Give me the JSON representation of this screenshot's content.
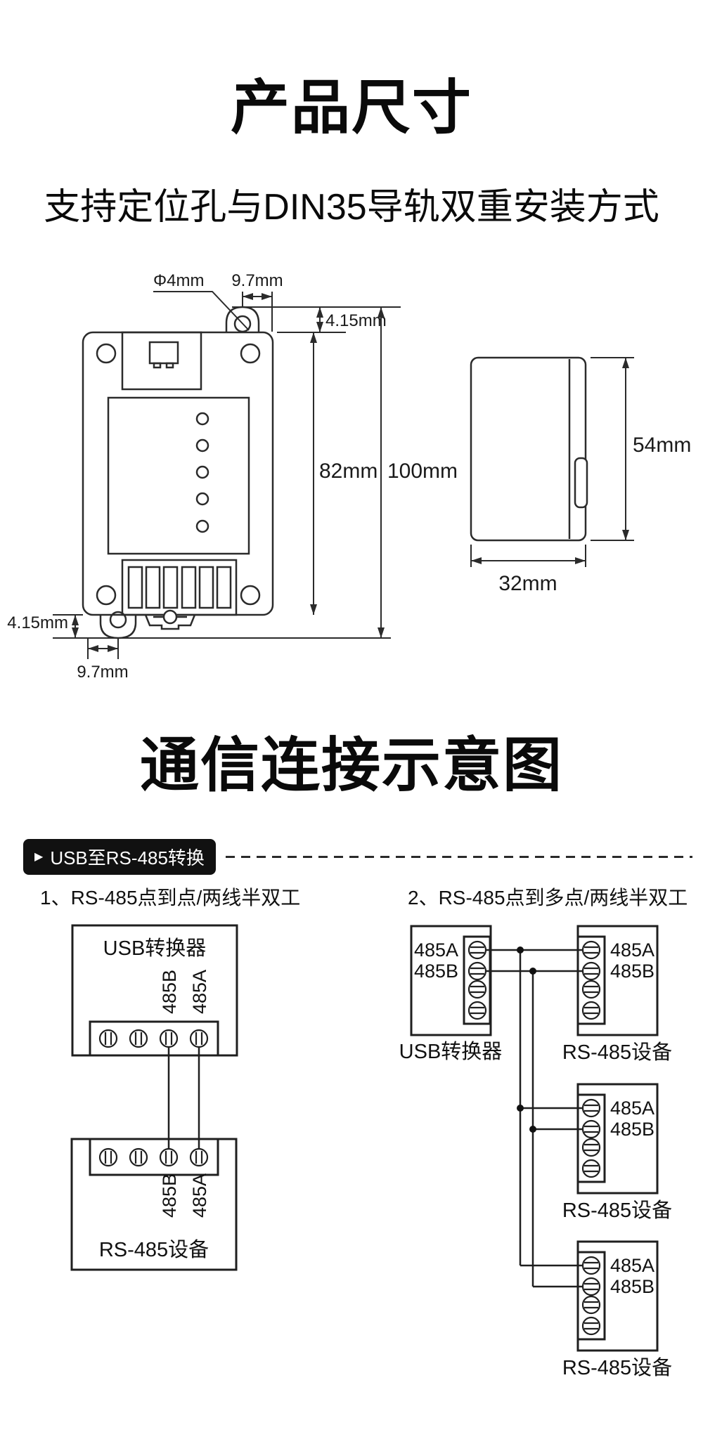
{
  "page": {
    "title_dimensions": "产品尺寸",
    "subtitle_dimensions": "支持定位孔与DIN35导轨双重安装方式",
    "title_connection": "通信连接示意图"
  },
  "dimension_labels": {
    "hole_diameter": "Φ4mm",
    "top_ear_offset": "9.7mm",
    "top_ear_height": "4.15mm",
    "body_height": "82mm",
    "total_height": "100mm",
    "side_height": "54mm",
    "side_width": "32mm",
    "bottom_ear_height": "4.15mm",
    "bottom_ear_offset": "9.7mm"
  },
  "connection": {
    "badge_icon": "▶",
    "badge_label": "USB至RS-485转换",
    "diagram1": {
      "heading": "1、RS-485点到点/两线半双工",
      "converter": "USB转换器",
      "device": "RS-485设备",
      "pin_b": "485B",
      "pin_a": "485A"
    },
    "diagram2": {
      "heading": "2、RS-485点到多点/两线半双工",
      "converter": "USB转换器",
      "device": "RS-485设备",
      "pin_a": "485A",
      "pin_b": "485B"
    }
  }
}
